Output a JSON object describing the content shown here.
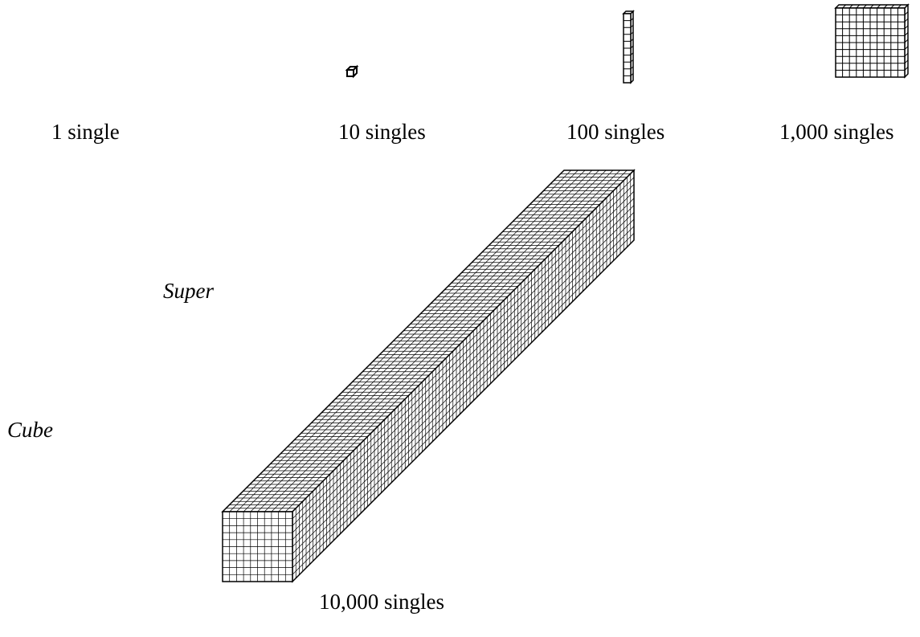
{
  "labels": {
    "single": "1 single",
    "ten": "10 singles",
    "hundred": "100 singles",
    "thousand": "1,000 singles",
    "ten_thousand": "10,000 singles",
    "super": "Super",
    "cube": "Cube"
  },
  "colors": {
    "ink": "#000000",
    "paper": "#ffffff"
  }
}
